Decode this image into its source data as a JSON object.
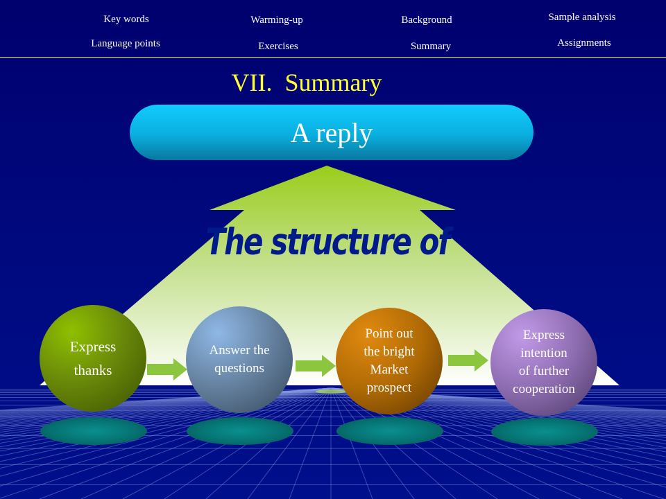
{
  "nav": {
    "row1": [
      "Key words",
      "Warming-up",
      "Background",
      "Sample analysis"
    ],
    "row2": [
      "Language points",
      "Exercises",
      "Summary",
      "Assignments"
    ]
  },
  "title": "VII.  Summary",
  "top_box": "A reply",
  "big_arrow_text": "The structure of",
  "steps": [
    {
      "label": "Express\nthanks",
      "color": "#6a8a0a"
    },
    {
      "label": "Answer the\nquestions",
      "color": "#64809e"
    },
    {
      "label": "Point out\nthe bright\nMarket\nprospect",
      "color": "#b06a05"
    },
    {
      "label": "Express\nintention\nof further\ncooperation",
      "color": "#8d6cb0"
    }
  ],
  "colors": {
    "background": "#000a80",
    "title": "#ffff33",
    "pill": "#0aaedf",
    "arrow": "#8cc63f",
    "structure_text": "#001a8c"
  }
}
